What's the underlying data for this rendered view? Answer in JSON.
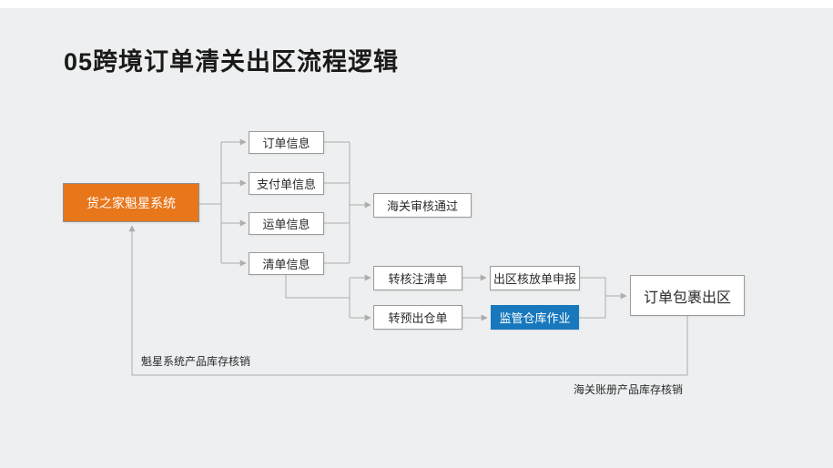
{
  "title": "05跨境订单清关出区流程逻辑",
  "colors": {
    "background": "#edeff0",
    "box-fill": "#ffffff",
    "box-border": "#9b9b9b",
    "connector": "#adadad",
    "accent-orange": "#e8761b",
    "accent-blue": "#1878bd",
    "title-color": "#1a1a1a",
    "text-dark": "#2b2b2b",
    "text-light": "#ffffff"
  },
  "flow": {
    "source": "货之家魁星系统",
    "info_boxes": [
      "订单信息",
      "支付单信息",
      "运单信息",
      "清单信息"
    ],
    "customs_approved": "海关审核通过",
    "to_check_list": "转核注清单",
    "to_pre_outbound": "转预出仓单",
    "exit_release_declaration": "出区核放单申报",
    "supervised_warehouse": "监管仓库作业",
    "package_exit": "订单包裹出区"
  },
  "annotations": {
    "kuixing_inventory_writeoff": "魁星系统产品库存核销",
    "customs_ledger_inventory_writeoff": "海关账册产品库存核销"
  }
}
